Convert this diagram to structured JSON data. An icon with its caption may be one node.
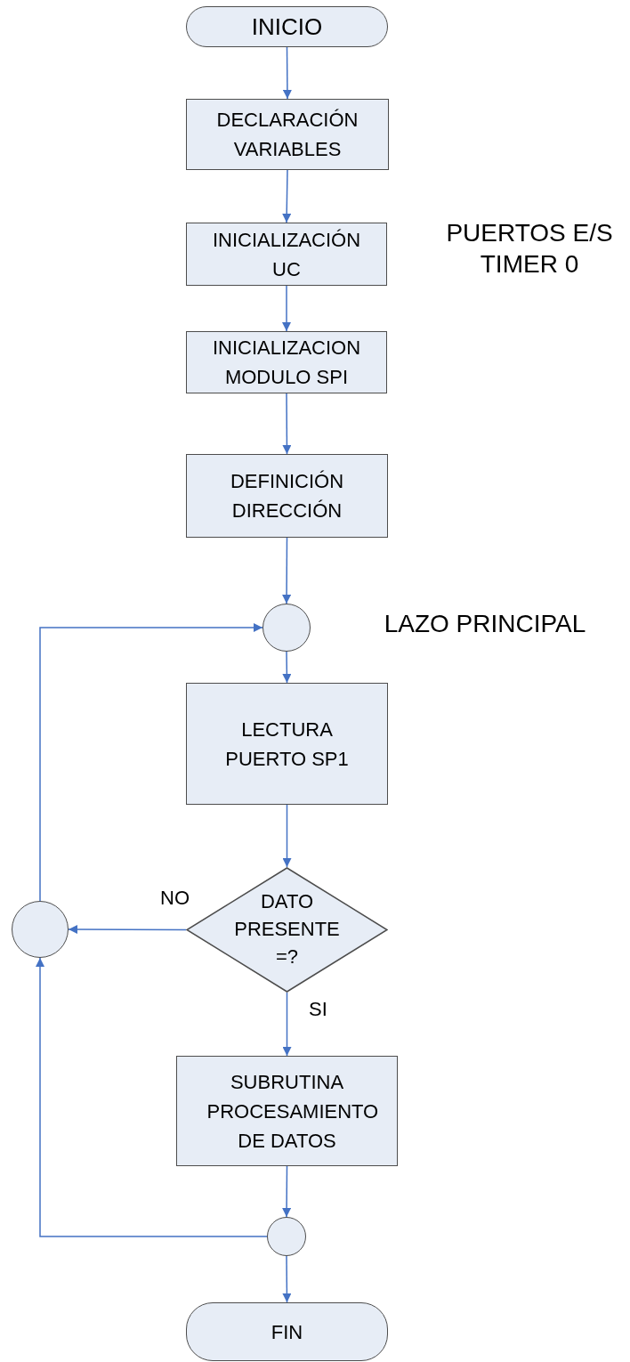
{
  "diagram": {
    "nodes": [
      {
        "text": [
          "INICIO"
        ]
      },
      {
        "text": [
          "DECLARACIÓN VARIABLES"
        ]
      },
      {
        "text": [
          "INICIALIZACIÓN UC"
        ]
      },
      {
        "text": [
          "INICIALIZACION MODULO SPI"
        ]
      },
      {
        "text": [
          "DEFINICIÓN DIRECCIÓN"
        ]
      },
      {
        "text": [],
        "shape": "circle"
      },
      {
        "text": [
          "LECTURA PUERTO SP1"
        ]
      },
      {
        "text": [
          "DATO PRESENTE =?"
        ]
      },
      {
        "text": [],
        "shape": "circle"
      },
      {
        "text": [
          "SUBRUTINA PROCESAMIENTO DE DATOS"
        ]
      },
      {
        "text": [],
        "shape": "circle"
      },
      {
        "text": [
          "FIN"
        ]
      }
    ],
    "edges": [
      {
        "from": 0,
        "to": 1,
        "arrow": "to"
      },
      {
        "from": 1,
        "to": 2,
        "arrow": "to"
      },
      {
        "from": 2,
        "to": 3,
        "arrow": "to"
      },
      {
        "from": 3,
        "to": 4,
        "arrow": "to"
      },
      {
        "from": 4,
        "to": 5,
        "arrow": "to"
      },
      {
        "from": 5,
        "to": 6,
        "arrow": "to"
      },
      {
        "from": 6,
        "to": 7,
        "arrow": "to"
      },
      {
        "from": 7,
        "to": 8,
        "arrow": "to",
        "label": "NO"
      },
      {
        "from": 7,
        "to": 9,
        "arrow": "to",
        "label": "SI"
      },
      {
        "from": 9,
        "to": 10,
        "arrow": "to"
      },
      {
        "from": 10,
        "to": 11,
        "arrow": "to"
      },
      {
        "from": 10,
        "to": 8,
        "arrow": "to"
      },
      {
        "from": 8,
        "to": 5,
        "arrow": "to"
      }
    ],
    "labels": [
      "PUERTOS E/S TIMER 0",
      "LAZO PRINCIPAL"
    ]
  }
}
